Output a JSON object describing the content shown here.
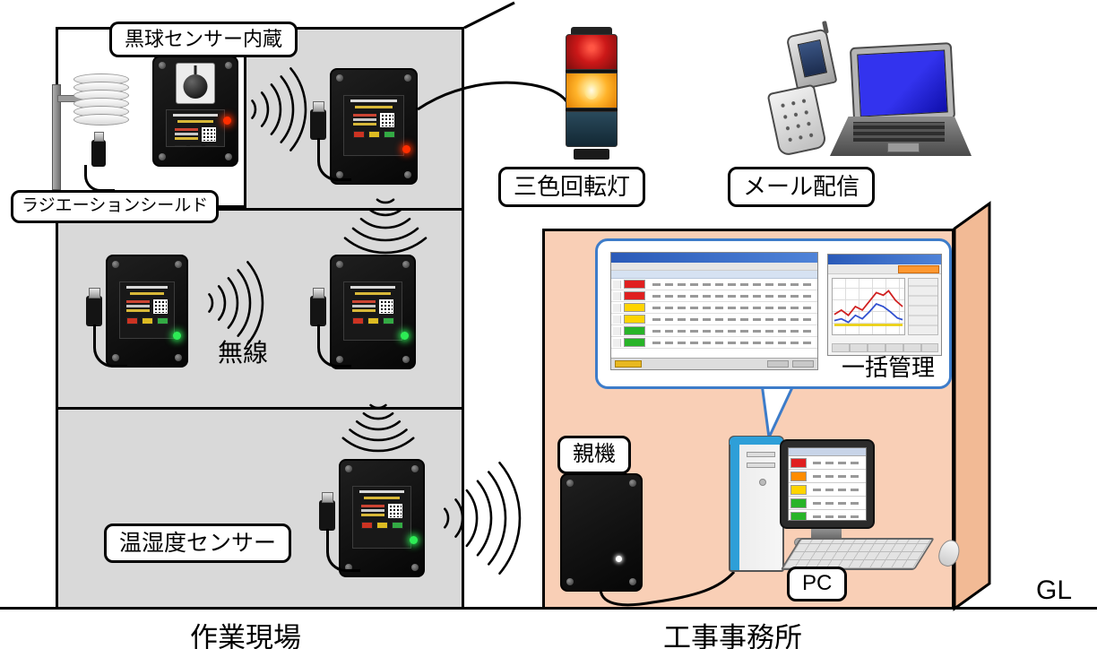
{
  "scene": {
    "site_caption": "作業現場",
    "office_caption": "工事事務所",
    "ground_label": "GL"
  },
  "callouts": {
    "black_globe": "黒球センサー内蔵",
    "radiation_shield": "ラジエーションシールド",
    "tower_light": "三色回転灯",
    "mail": "メール配信",
    "wireless": "無線",
    "temp_sensor": "温湿度センサー",
    "batch_mgmt": "一括管理",
    "base_unit": "親機",
    "pc": "PC"
  },
  "devices": [
    {
      "name": "black-globe-sensor",
      "led": "#ff2e00",
      "globe": true,
      "dongle": false
    },
    {
      "name": "sensor-top-right",
      "led": "#ff2e00",
      "globe": false,
      "dongle": true
    },
    {
      "name": "sensor-mid-left",
      "led": "#2dec55",
      "globe": false,
      "dongle": true
    },
    {
      "name": "sensor-mid-right",
      "led": "#2dec55",
      "globe": false,
      "dongle": true
    },
    {
      "name": "temp-humidity-sensor",
      "led": "#2dec55",
      "globe": false,
      "dongle": true
    },
    {
      "name": "base-unit",
      "led": "#ffffff",
      "globe": false,
      "dongle": false,
      "plain": true
    }
  ],
  "office": {
    "monitor_rows": [
      "#e02020",
      "#ff8c00",
      "#ffd400",
      "#28b428",
      "#28b428"
    ],
    "table_rows": [
      "#e02020",
      "#e02020",
      "#ffd400",
      "#ffd400",
      "#28b428",
      "#28b428"
    ]
  },
  "colors": {
    "site_building": "#d9d9d9",
    "office_front": "#f9cfb6",
    "office_side": "#f2ba95",
    "callout_border": "#3d7cc9",
    "led_red": "#ff2e00",
    "led_green": "#2dec55",
    "tower_red": "#cc1818",
    "tower_amber": "#ffa020",
    "tower_dark": "#1c3340",
    "laptop_screen": "#2222dd",
    "pc_accent": "#2e9fd8"
  }
}
